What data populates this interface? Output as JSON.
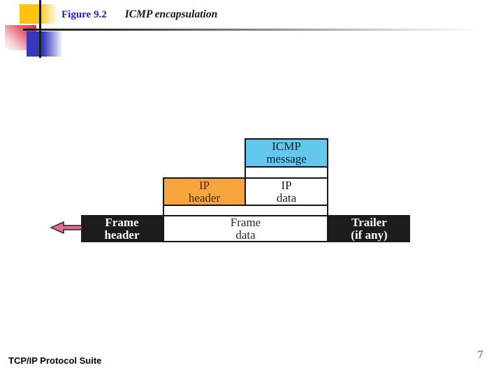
{
  "header": {
    "figure_label": "Figure 9.2",
    "figure_title": "ICMP encapsulation"
  },
  "diagram": {
    "icmp_message": {
      "line1": "ICMP",
      "line2": "message"
    },
    "ip_header": {
      "line1": "IP",
      "line2": "header"
    },
    "ip_data": {
      "line1": "IP",
      "line2": "data"
    },
    "frame_header": {
      "line1": "Frame",
      "line2": "header"
    },
    "frame_data": {
      "line1": "Frame",
      "line2": "data"
    },
    "trailer": {
      "line1": "Trailer",
      "line2": "(if any)"
    },
    "arrow_icon": "left-arrow",
    "colors": {
      "icmp_box": "#63c7ee",
      "ip_header_box": "#f5a53c",
      "frame_box": "#1c1c1c",
      "arrow": "#e0689b"
    }
  },
  "footer": {
    "left_text": "TCP/IP Protocol Suite",
    "page_number": "7"
  }
}
